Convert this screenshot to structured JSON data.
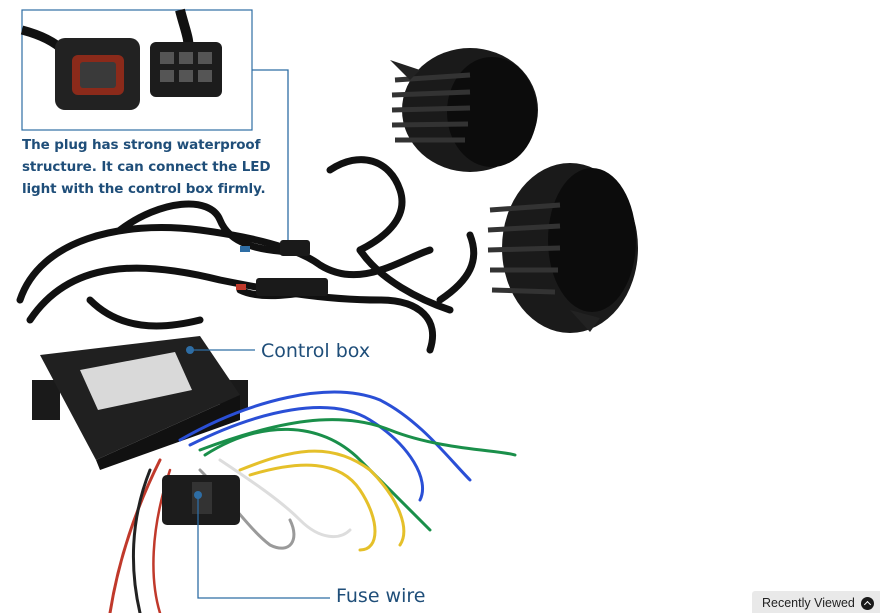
{
  "callouts": {
    "plug_caption_lines": [
      "The plug has strong waterproof",
      "structure. It can connect the LED",
      "light with the control box firmly."
    ],
    "control_box_label": "Control box",
    "fuse_wire_label": "Fuse wire"
  },
  "widget": {
    "recently_viewed_label": "Recently Viewed"
  },
  "colors": {
    "accent_blue": "#1f4e79",
    "callout_line": "#2e6da4"
  }
}
